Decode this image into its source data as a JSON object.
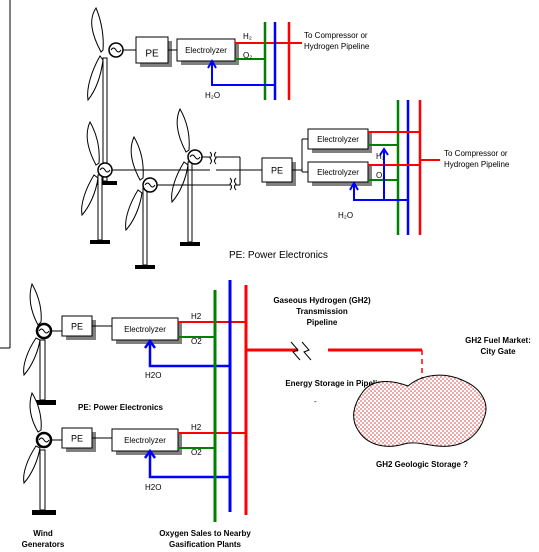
{
  "top": {
    "pe_box": "PE",
    "electrolyzer_box": "Electrolyzer",
    "h2_label": "H₂",
    "o2_label": "O₂",
    "h2o_label": "H₂O",
    "destination_line1": "To Compressor or",
    "destination_line2": "Hydrogen Pipeline"
  },
  "middle": {
    "pe_box": "PE",
    "electrolyzer_upper": "Electrolyzer",
    "electrolyzer_lower": "Electrolyzer",
    "h2_label": "H₂",
    "o2_label": "O₂",
    "h2o_label": "H₂O",
    "destination_line1": "To Compressor or",
    "destination_line2": "Hydrogen Pipeline",
    "caption": "PE:  Power Electronics"
  },
  "bottom": {
    "unit1": {
      "pe_box": "PE",
      "electrolyzer_box": "Electrolyzer",
      "h2_label": "H2",
      "o2_label": "O2",
      "h2o_label": "H2O"
    },
    "unit2": {
      "pe_box": "PE",
      "electrolyzer_box": "Electrolyzer",
      "h2_label": "H2",
      "o2_label": "O2",
      "h2o_label": "H2O"
    },
    "pe_caption": "PE:  Power Electronics",
    "pipeline_title": [
      "Gaseous Hydrogen (GH2)",
      "Transmission",
      "Pipeline"
    ],
    "energy_storage": "Energy Storage in Pipeline",
    "fuel_market": [
      "GH2 Fuel Market:",
      "City Gate"
    ],
    "geologic_storage": "GH2 Geologic Storage ?",
    "wind_generators": [
      "Wind",
      "Generators"
    ],
    "oxygen_sales": [
      "Oxygen Sales to Nearby",
      "Gasification Plants"
    ],
    "dash_mark": "-"
  },
  "colors": {
    "hydrogen": "#ff0000",
    "oxygen": "#008000",
    "water": "#0000ff",
    "box_shadow": "#808080",
    "storage_fill": "#f4c8c8"
  }
}
